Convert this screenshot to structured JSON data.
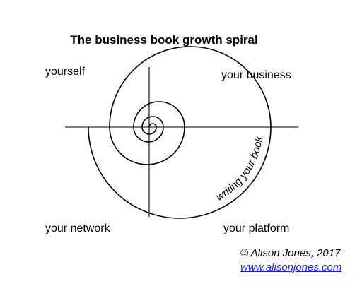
{
  "title": "The business book growth spiral",
  "quadrants": {
    "top_left": "yourself",
    "top_right": "your business",
    "bottom_left": "your network",
    "bottom_right": "your platform"
  },
  "spiral_label": "writing your book",
  "credit": {
    "copyright": "© Alison Jones, 2017",
    "website": "www.alisonjones.com"
  },
  "colors": {
    "line": "#000000",
    "link": "#1a1aff"
  }
}
